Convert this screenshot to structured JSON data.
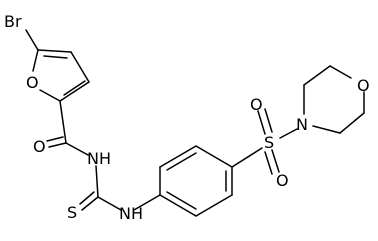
{
  "molecule": {
    "atoms": [
      {
        "id": "br",
        "label": "Br"
      },
      {
        "id": "o_furan",
        "label": "O"
      },
      {
        "id": "o_carbonyl",
        "label": "O"
      },
      {
        "id": "n_amide",
        "label": "N"
      },
      {
        "id": "h_amide",
        "label": "H"
      },
      {
        "id": "s_thio",
        "label": "S"
      },
      {
        "id": "n_thiourea",
        "label": "N"
      },
      {
        "id": "h_thiourea",
        "label": "H"
      },
      {
        "id": "s_sulfonyl",
        "label": "S"
      },
      {
        "id": "o_sulfonyl_top",
        "label": "O"
      },
      {
        "id": "o_sulfonyl_bottom",
        "label": "O"
      },
      {
        "id": "n_morpholine",
        "label": "N"
      },
      {
        "id": "o_morpholine",
        "label": "O"
      }
    ]
  },
  "colors": {
    "bond": "#000000",
    "label": "#000000",
    "background": "#ffffff"
  }
}
